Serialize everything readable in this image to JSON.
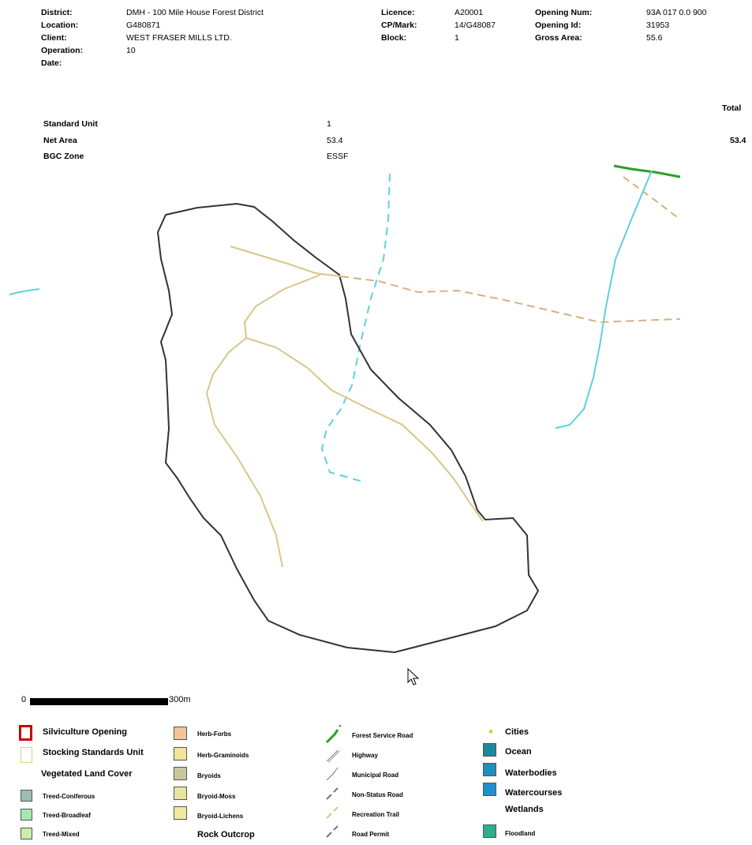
{
  "header": {
    "left": [
      {
        "label": "District:",
        "value": "DMH - 100 Mile House Forest District"
      },
      {
        "label": "Location:",
        "value": "G480871"
      },
      {
        "label": "Client:",
        "value": "WEST FRASER MILLS LTD."
      },
      {
        "label": "Operation:",
        "value": "10"
      },
      {
        "label": "Date:",
        "value": ""
      }
    ],
    "middle": [
      {
        "label": "Licence:",
        "value": "A20001"
      },
      {
        "label": "CP/Mark:",
        "value": "14/G48087"
      },
      {
        "label": "Block:",
        "value": "1"
      }
    ],
    "right": [
      {
        "label": "Opening Num:",
        "value": "93A 017 0.0 900"
      },
      {
        "label": "Opening Id:",
        "value": "31953"
      },
      {
        "label": "Gross Area:",
        "value": "55.6"
      }
    ]
  },
  "units": {
    "total_label": "Total",
    "rows": [
      {
        "label": "Standard Unit",
        "value": "1",
        "total": ""
      },
      {
        "label": "Net Area",
        "value": "53.4",
        "total": "53.4"
      },
      {
        "label": "BGC Zone",
        "value": "ESSF",
        "total": ""
      }
    ]
  },
  "scale": {
    "start": "0",
    "end": "300m"
  },
  "legend": {
    "opening": "Silviculture Opening",
    "stocking": "Stocking Standards Unit",
    "veg_title": "Vegetated Land Cover",
    "veg": [
      {
        "label": "Treed-Coniferous",
        "color": "#9dbfb0"
      },
      {
        "label": "Treed-Broadleaf",
        "color": "#a8e6b0"
      },
      {
        "label": "Treed-Mixed",
        "color": "#c8eea8"
      }
    ],
    "herb": [
      {
        "label": "Herb-Forbs",
        "color": "#f2c49b"
      },
      {
        "label": "Herb-Graminoids",
        "color": "#f5e39a"
      },
      {
        "label": "Bryoids",
        "color": "#c8c8a0"
      },
      {
        "label": "Bryoid-Moss",
        "color": "#e6e6a0"
      },
      {
        "label": "Bryoid-Lichens",
        "color": "#f0eaa0"
      }
    ],
    "rock": "Rock Outcrop",
    "roads": [
      "Forest Service Road",
      "Highway",
      "Municipal Road",
      "Non-Status Road",
      "Recreation Trail",
      "Road Permit"
    ],
    "cities": "Cities",
    "water": [
      {
        "label": "Ocean",
        "color": "#1a8a9a"
      },
      {
        "label": "Waterbodies",
        "color": "#1f8fbf"
      },
      {
        "label": "Watercourses",
        "color": "#1f8fcf"
      }
    ],
    "wetlands_title": "Wetlands",
    "floodland": {
      "label": "Floodland",
      "color": "#2ab08a"
    }
  },
  "colors": {
    "opening_border": "#cc0000",
    "boundary": "#333333",
    "trail": "#d9c78a",
    "creek": "#5fd0e0",
    "road_dash": "#d9b080"
  }
}
